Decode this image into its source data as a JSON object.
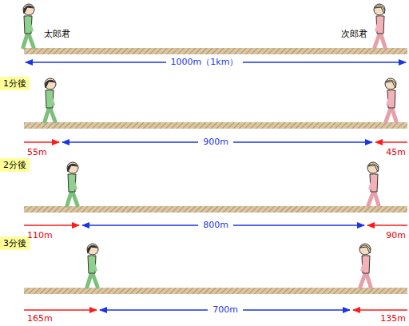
{
  "diagram": {
    "nodes": [
      {
        "text": [
          "1分後"
        ]
      },
      {
        "text": [
          "2分後"
        ]
      },
      {
        "text": [
          "3分後"
        ]
      }
    ],
    "labels": [
      "太郎君",
      "次郎君",
      "1000m（1km）",
      "55m",
      "900m",
      "45m",
      "110m",
      "800m",
      "90m",
      "165m",
      "700m",
      "135m"
    ]
  }
}
